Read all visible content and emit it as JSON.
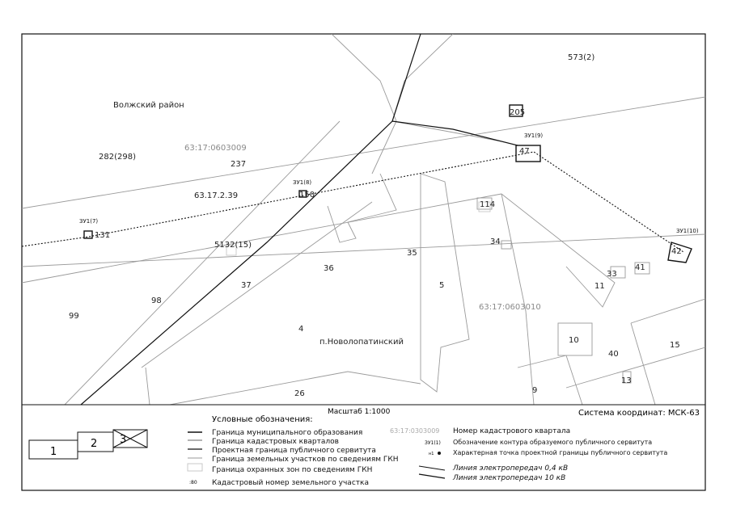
{
  "map": {
    "district_label": "Волжский район",
    "settlement_label": "п.Новолопатинский",
    "quarters": [
      "63:17:0603009",
      "63:17:0603010"
    ],
    "parcels": [
      "282(298)",
      "237",
      "63.17.2.39",
      "5132(15)",
      "36",
      "37",
      "35",
      "34",
      "5",
      "98",
      "99",
      "4",
      "26",
      "114",
      "33",
      "11",
      "41",
      "42",
      "10",
      "40",
      "15",
      "13",
      "9",
      "47",
      "205",
      "573(2)",
      "131",
      "150"
    ],
    "servitude_contours": [
      "ЗУ1(7)",
      "ЗУ1(8)",
      "ЗУ1(9)",
      "ЗУ1(10)"
    ],
    "scale": "Масштаб 1:1000",
    "coordinate_system": "Система координат: МСК-63"
  },
  "legend": {
    "title": "Условные обозначения:",
    "layout_boxes": [
      "1",
      "2",
      "3"
    ],
    "left_items": [
      "Граница муниципального образования",
      "Граница кадастровых кварталов",
      "Проектная граница публичного сервитута",
      "Граница земельных участков по сведениям ГКН",
      "Граница охранных зон по сведениям ГКН",
      "Кадастровый номер земельного участка"
    ],
    "parcel_sample": ":80",
    "right_items": [
      {
        "sample": "63:17:0303009",
        "label": "Номер кадастрового квартала"
      },
      {
        "sample": "ЗУ1(1)",
        "label": "Обозначение контура образуемого публичного сервитута"
      },
      {
        "sample": "н1",
        "label": "Характерная точка проектной границы публичного сервитута"
      },
      {
        "sample": "",
        "label": "Линия электропередач 0,4 кВ"
      },
      {
        "sample": "",
        "label": "Линия электропередач 10 кВ"
      }
    ]
  },
  "colors": {
    "boundary": "#111111",
    "parcel": "#9a9a9a",
    "quarter_label": "#8a8a8a",
    "zone": "#c8c8c8"
  }
}
